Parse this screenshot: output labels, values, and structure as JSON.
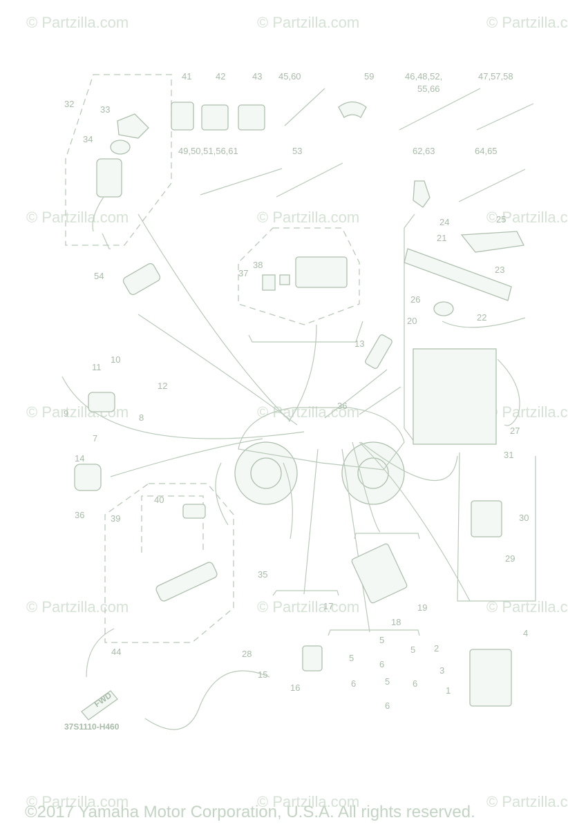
{
  "watermark": "© Partzilla.com",
  "diagram_code": "37S1110-H460",
  "copyright": "©2017 Yamaha Motor Corporation, U.S.A. All rights reserved.",
  "fwd_label": "FWD",
  "callouts": {
    "c1": "1",
    "c2": "2",
    "c3": "3",
    "c4": "4",
    "c5a": "5",
    "c5b": "5",
    "c5c": "5",
    "c5d": "5",
    "c6a": "6",
    "c6b": "6",
    "c6c": "6",
    "c6d": "6",
    "c7": "7",
    "c8": "8",
    "c9": "9",
    "c10": "10",
    "c11": "11",
    "c12": "12",
    "c13": "13",
    "c14": "14",
    "c15": "15",
    "c16": "16",
    "c17": "17",
    "c18": "18",
    "c19": "19",
    "c20": "20",
    "c21": "21",
    "c22": "22",
    "c23": "23",
    "c24": "24",
    "c25": "25",
    "c26": "26",
    "c27": "27",
    "c28": "28",
    "c29": "29",
    "c30": "30",
    "c31": "31",
    "c32": "32",
    "c33": "33",
    "c34": "34",
    "c35": "35",
    "c36a": "36",
    "c36b": "36",
    "c37": "37",
    "c38": "38",
    "c39": "39",
    "c40": "40",
    "c41": "41",
    "c42": "42",
    "c43": "43",
    "c44": "44",
    "c45": "45,60",
    "c46": "46,48,52,",
    "c46b": "55,66",
    "c47": "47,57,58",
    "c49": "49,50,51,56,61",
    "c53": "53",
    "c54": "54",
    "c59": "59",
    "c62": "62,63",
    "c64": "64,65"
  }
}
